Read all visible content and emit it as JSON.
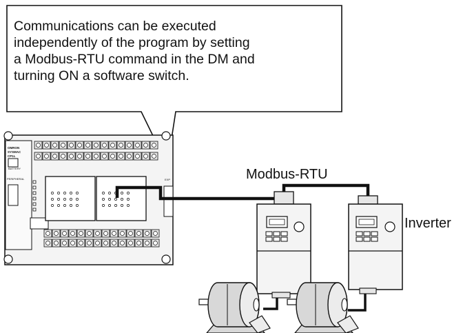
{
  "callout": {
    "text": "Communications can be executed\nindependently of the program by setting\na Modbus-RTU command in the DM and\nturning ON a software switch."
  },
  "labels": {
    "protocol": "Modbus-RTU",
    "device": "Inverter"
  },
  "plc": {
    "brand_lines": [
      "OMRON",
      "SYSMAC",
      "CP1L"
    ],
    "battery_label": "BATTERY",
    "peripheral_label": "PERIPHERAL",
    "exp_label": "EXP"
  },
  "colors": {
    "line": "#111111",
    "body_fill": "#f4f4f4",
    "motor_fill": "#d8d8d8",
    "terminal_fill": "#e6e6e6"
  }
}
